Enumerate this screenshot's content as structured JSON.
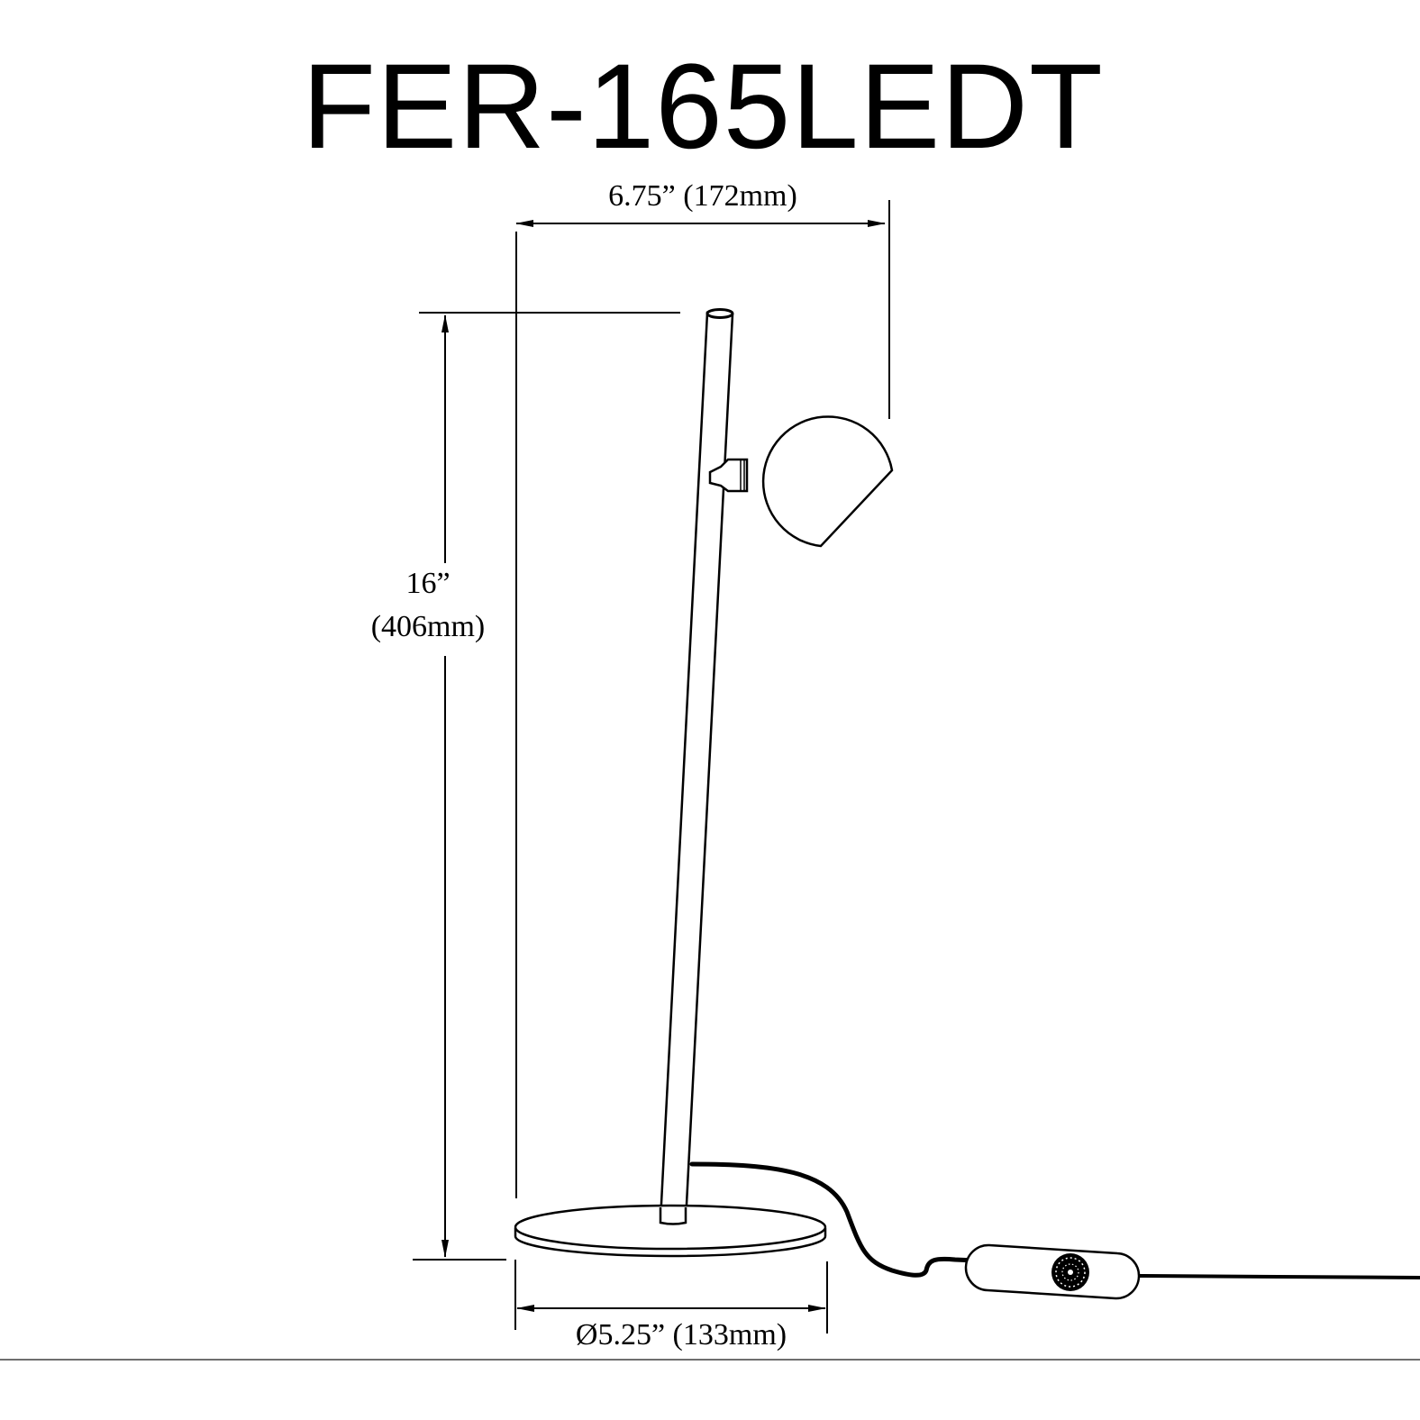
{
  "title": "FER-165LEDT",
  "dimensions": {
    "width": {
      "label": "6.75” (172mm)",
      "inches": 6.75,
      "mm": 172
    },
    "height": {
      "label_in": "16”",
      "label_mm": "(406mm)",
      "inches": 16,
      "mm": 406
    },
    "base_diameter": {
      "label": "Ø5.25” (133mm)",
      "inches": 5.25,
      "mm": 133
    }
  },
  "colors": {
    "line": "#000000",
    "background": "#ffffff",
    "rule": "#6e6e6e"
  }
}
